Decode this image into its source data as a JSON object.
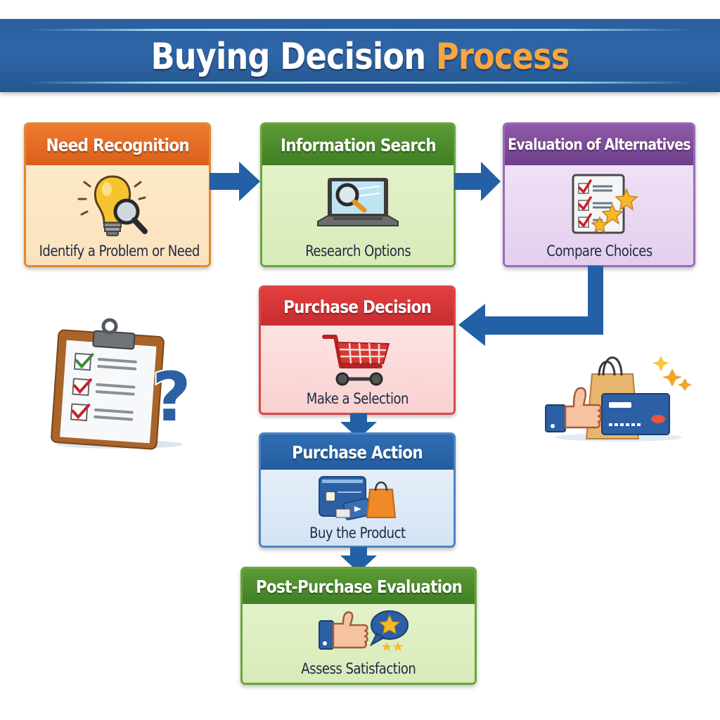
{
  "title": {
    "main": "Buying Decision",
    "accent": "Process",
    "accent_color": "#f7a640",
    "banner_color": "#2f66a8"
  },
  "steps": [
    {
      "id": 1,
      "title": "Need Recognition",
      "caption": "Identify a Problem or Need",
      "icon": "lightbulb-magnifier-icon",
      "color": "#e8702a"
    },
    {
      "id": 2,
      "title": "Information Search",
      "caption": "Research Options",
      "icon": "laptop-search-icon",
      "color": "#4f8d2e"
    },
    {
      "id": 3,
      "title": "Evaluation of Alternatives",
      "caption": "Compare Choices",
      "icon": "checklist-stars-icon",
      "color": "#7e4c9c"
    },
    {
      "id": 4,
      "title": "Purchase Decision",
      "caption": "Make a Selection",
      "icon": "shopping-cart-icon",
      "color": "#d63636"
    },
    {
      "id": 5,
      "title": "Purchase Action",
      "caption": "Buy the Product",
      "icon": "card-bag-icon",
      "color": "#2a66aa"
    },
    {
      "id": 6,
      "title": "Post-Purchase Evaluation",
      "caption": "Assess Satisfaction",
      "icon": "thumbs-up-review-icon",
      "color": "#4f8d2e"
    }
  ],
  "arrow_color": "#2460a6",
  "decorations": {
    "left": "clipboard-question-icon",
    "right": "thumbs-up-bag-card-icon"
  }
}
